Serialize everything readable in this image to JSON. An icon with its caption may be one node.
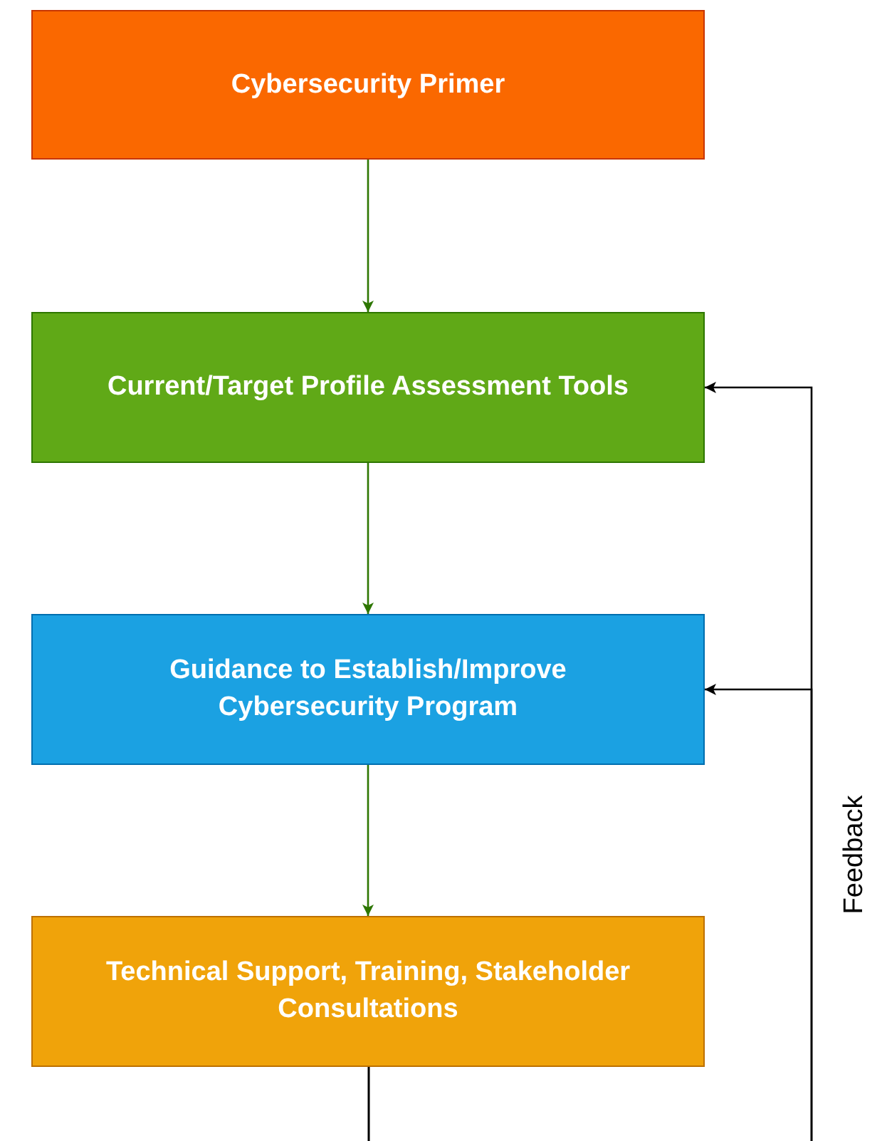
{
  "diagram": {
    "nodes": [
      {
        "text": [
          "Cybersecurity Primer"
        ]
      },
      {
        "text": [
          "Current/Target Profile Assessment Tools"
        ]
      },
      {
        "text": [
          "Guidance to Establish/Improve Cybersecurity Program"
        ]
      },
      {
        "text": [
          "Technical Support, Training, Stakeholder Consultations"
        ]
      }
    ],
    "edges": [
      {
        "from": 0,
        "to": 1,
        "arrow": "to"
      },
      {
        "from": 1,
        "to": 2,
        "arrow": "to"
      },
      {
        "from": 2,
        "to": 3,
        "arrow": "to"
      },
      {
        "from": 3,
        "to": 1,
        "arrow": "to",
        "color": "#000000",
        "label": "Feedback"
      },
      {
        "from": 3,
        "to": 2,
        "arrow": "to",
        "color": "#000000"
      }
    ]
  }
}
